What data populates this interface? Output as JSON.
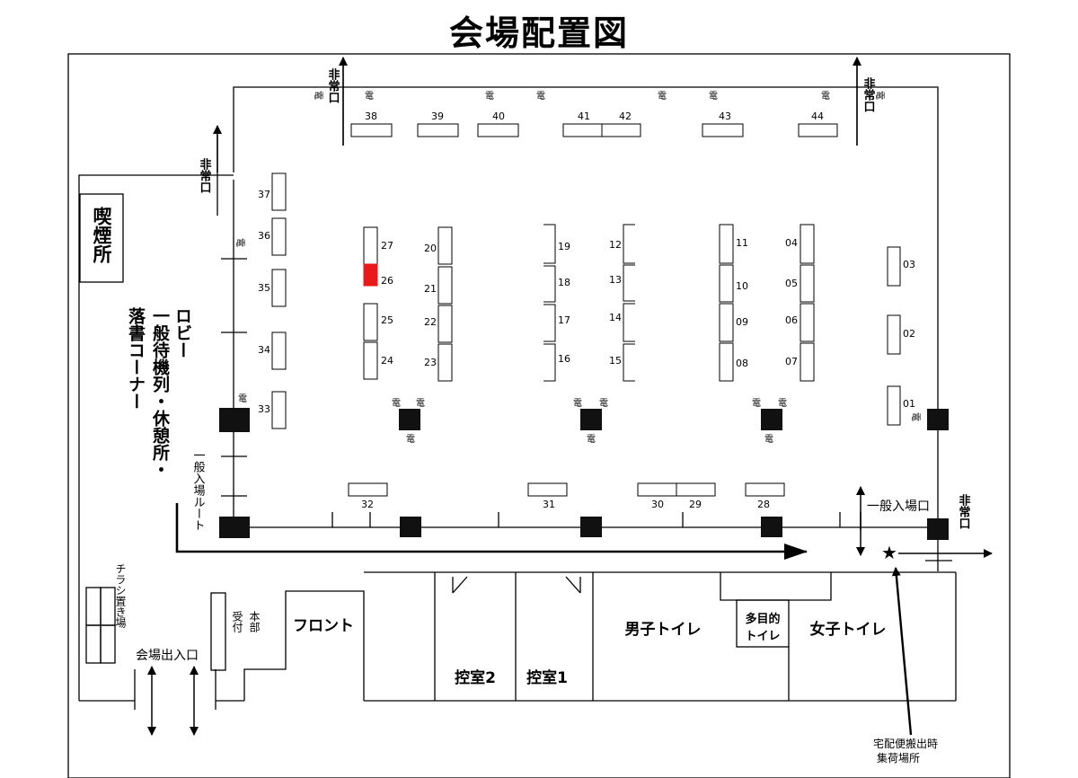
{
  "title": "会場配置図",
  "booths": {
    "b01": "01",
    "b02": "02",
    "b03": "03",
    "b04": "04",
    "b05": "05",
    "b06": "06",
    "b07": "07",
    "b08": "08",
    "b09": "09",
    "b10": "10",
    "b11": "11",
    "b12": "12",
    "b13": "13",
    "b14": "14",
    "b15": "15",
    "b16": "16",
    "b17": "17",
    "b18": "18",
    "b19": "19",
    "b20": "20",
    "b21": "21",
    "b22": "22",
    "b23": "23",
    "b24": "24",
    "b25": "25",
    "b26": "26",
    "b27": "27",
    "b28": "28",
    "b29": "29",
    "b30": "30",
    "b31": "31",
    "b32": "32",
    "b33": "33",
    "b34": "34",
    "b35": "35",
    "b36": "36",
    "b37": "37",
    "b38": "38",
    "b39": "39",
    "b40": "40",
    "b41": "41",
    "b42": "42",
    "b43": "43",
    "b44": "44"
  },
  "highlight_booth": "26",
  "highlight_color": "#e8191b",
  "power_mark": "電",
  "labels": {
    "smoking": "喫煙所",
    "lobby": "ロビー",
    "queue": "一般待機列・休憩所・",
    "graffiti": "落書コーナー",
    "general_route": "一般入場ルート",
    "general_entrance": "一般入場口",
    "emergency_exit": "非常口",
    "flyer": "チラシ置き場",
    "venue_entrance": "会場出入口",
    "reception": "受付",
    "hq": "本部",
    "front": "フロント",
    "waiting2": "控室2",
    "waiting1": "控室1",
    "mens": "男子トイレ",
    "multi_line1": "多目的",
    "multi_line2": "トイレ",
    "womens": "女子トイレ",
    "delivery_line1": "宅配便搬出時",
    "delivery_line2": "集荷場所",
    "star": "★"
  }
}
